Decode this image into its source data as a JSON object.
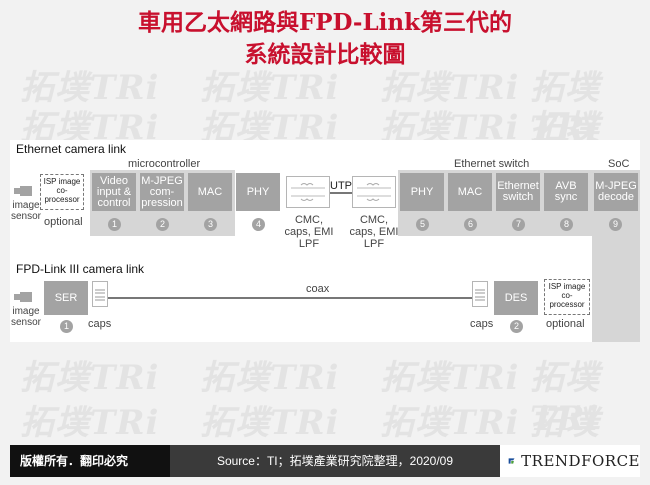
{
  "title": {
    "line1": "車用乙太網路與FPD-Link第三代的",
    "line2": "系統設計比較圖"
  },
  "watermark": {
    "text": "拓墣TRi"
  },
  "ethernet": {
    "section_title": "Ethernet camera link",
    "microcontroller_label": "microcontroller",
    "ethernet_switch_label": "Ethernet switch",
    "soc_label": "SoC",
    "image_sensor_label": "image sensor",
    "isp_label": "ISP image co-processor",
    "optional_label": "optional",
    "utp_label": "UTP",
    "filter1_label": "CMC, caps, EMI LPF",
    "filter2_label": "CMC, caps, EMI LPF",
    "blocks": [
      {
        "label": "Video input & control",
        "num": "1"
      },
      {
        "label": "M-JPEG com-pression",
        "num": "2"
      },
      {
        "label": "MAC",
        "num": "3"
      },
      {
        "label": "PHY",
        "num": "4"
      },
      {
        "label": "PHY",
        "num": "5"
      },
      {
        "label": "MAC",
        "num": "6"
      },
      {
        "label": "Ethernet switch",
        "num": "7"
      },
      {
        "label": "AVB sync",
        "num": "8"
      },
      {
        "label": "M-JPEG decode",
        "num": "9"
      }
    ]
  },
  "fpd": {
    "section_title": "FPD-Link III camera link",
    "image_sensor_label": "image sensor",
    "ser_label": "SER",
    "ser_num": "1",
    "des_label": "DES",
    "des_num": "2",
    "coax_label": "coax",
    "caps_label_left": "caps",
    "caps_label_right": "caps",
    "isp_label": "ISP image co-processor",
    "optional_label": "optional"
  },
  "footer": {
    "copyright": "版權所有．翻印必究",
    "source": "Source：TI；拓墣產業研究院整理，2020/09",
    "brand": "TRENDFORCE"
  }
}
